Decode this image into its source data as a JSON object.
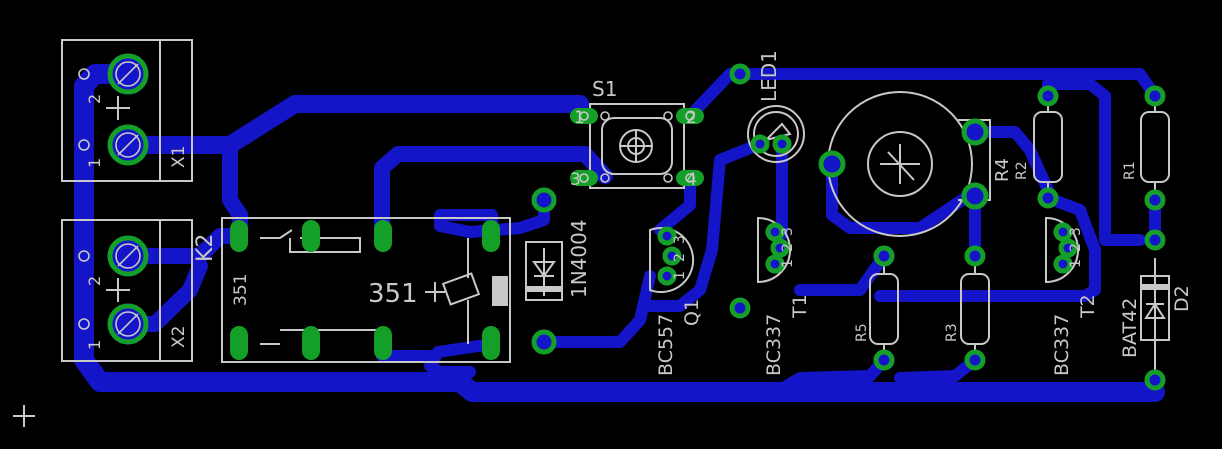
{
  "colors": {
    "background": "#000000",
    "trace": "#1414c8",
    "pad_ring": "#14a028",
    "pad_hole": "#1414c8",
    "silkscreen": "#c8c8c8",
    "origin": "#c8c8c8"
  },
  "labels": {
    "x1": "X1",
    "x2": "X2",
    "x1_pin1": "1",
    "x1_pin2": "2",
    "x2_pin1": "1",
    "x2_pin2": "2",
    "k2": "K2",
    "k2_value": "351",
    "relay_value": "351",
    "d1_value": "1N4004",
    "s1": "S1",
    "s1_pin1": "1",
    "s1_pin2": "2",
    "s1_pin3": "3",
    "s1_pin4": "4",
    "led1": "LED1",
    "q1": "Q1",
    "q1_value": "BC557",
    "t1": "T1",
    "t1_value": "BC337",
    "t2": "T2",
    "t2_value": "BC337",
    "transistor_pin1": "1",
    "transistor_pin2": "2",
    "transistor_pin3": "3",
    "r1": "R1",
    "r2": "R2",
    "r3": "R3",
    "r4": "R4",
    "r5": "R5",
    "d2": "D2",
    "d2_value": "BAT42"
  }
}
